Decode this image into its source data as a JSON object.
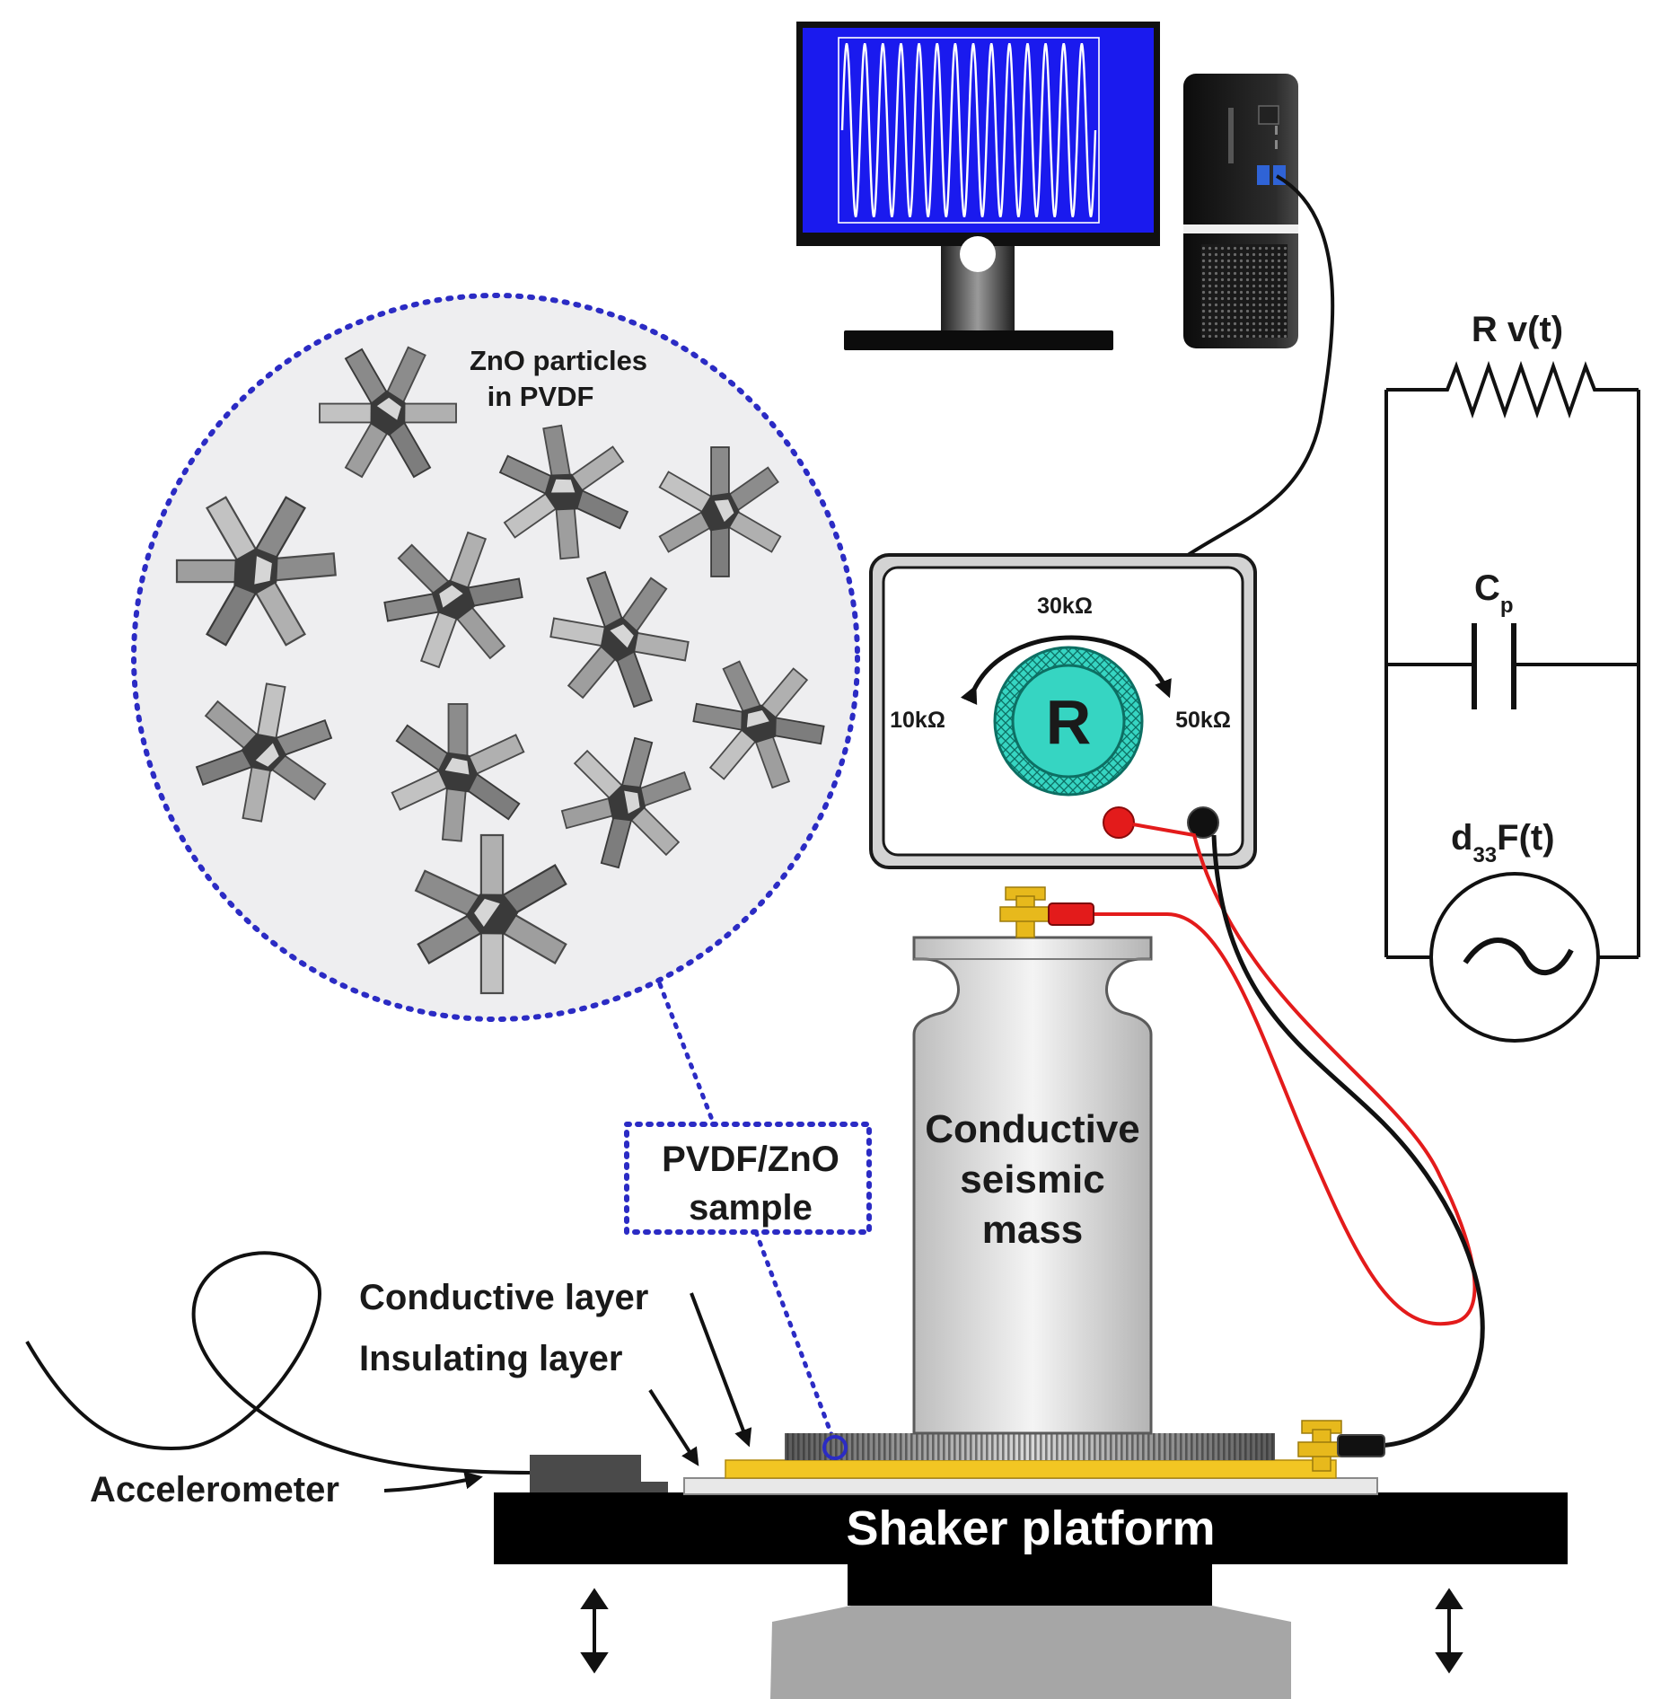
{
  "labels": {
    "zno_line1": "ZnO particles",
    "zno_line2": "in PVDF",
    "sample_line1": "PVDF/ZnO",
    "sample_line2": "sample",
    "mass_line1": "Conductive",
    "mass_line2": "seismic",
    "mass_line3": "mass",
    "conductive_layer": "Conductive layer",
    "insulating_layer": "Insulating layer",
    "accelerometer": "Accelerometer",
    "shaker_platform": "Shaker platform"
  },
  "resistor_box": {
    "knob_letter": "R",
    "setting_top": "30kΩ",
    "setting_left": "10kΩ",
    "setting_right": "50kΩ"
  },
  "circuit": {
    "resistor_label": "R v(t)",
    "capacitor_main": "C",
    "capacitor_sub": "p",
    "source_pre": "d",
    "source_sub": "33",
    "source_post": "F(t)"
  },
  "colors": {
    "monitor_screen": "#1a1aee",
    "dotted_outline": "#2b2bc4",
    "bubble_fill": "#eeeef0",
    "knob_teal": "#36d5c2",
    "electrode_yellow": "#f2c623",
    "wire_red": "#e31b1b",
    "shaker_black": "#000000",
    "shaker_base_gray": "#a6a6a6"
  }
}
